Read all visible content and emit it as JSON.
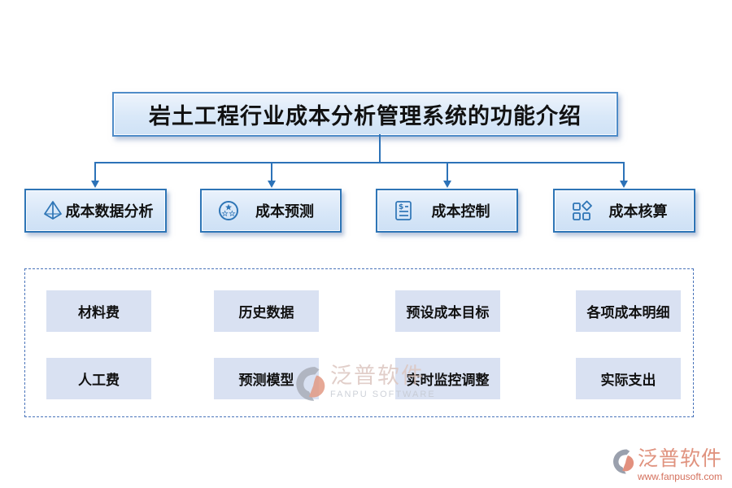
{
  "title": "岩土工程行业成本分析管理系统的功能介绍",
  "colors": {
    "connector_blue": "#2c72b8",
    "box_border_blue": "#2e75b6",
    "box_fill_light_blue": "#d8e7f8",
    "detail_fill": "#d9e1f2",
    "dashed_border": "#4a74ba",
    "brand_salmon": "#e0937f",
    "brand_url_red": "#d4705c"
  },
  "features": [
    {
      "label": "成本数据分析",
      "icon": "pyramid-icon"
    },
    {
      "label": "成本预测",
      "icon": "award-stars-icon"
    },
    {
      "label": "成本控制",
      "icon": "invoice-icon"
    },
    {
      "label": "成本核算",
      "icon": "grid-diamond-icon"
    }
  ],
  "detail_columns": [
    {
      "items": [
        "材料费",
        "人工费"
      ]
    },
    {
      "items": [
        "历史数据",
        "预测模型"
      ]
    },
    {
      "items": [
        "预设成本目标",
        "实时监控调整"
      ]
    },
    {
      "items": [
        "各项成本明细",
        "实际支出"
      ]
    }
  ],
  "watermark": {
    "name": "泛普软件",
    "subtitle": "FANPU SOFTWARE"
  },
  "footer_brand": {
    "name": "泛普软件",
    "url": "www.fanpusoft.com"
  }
}
